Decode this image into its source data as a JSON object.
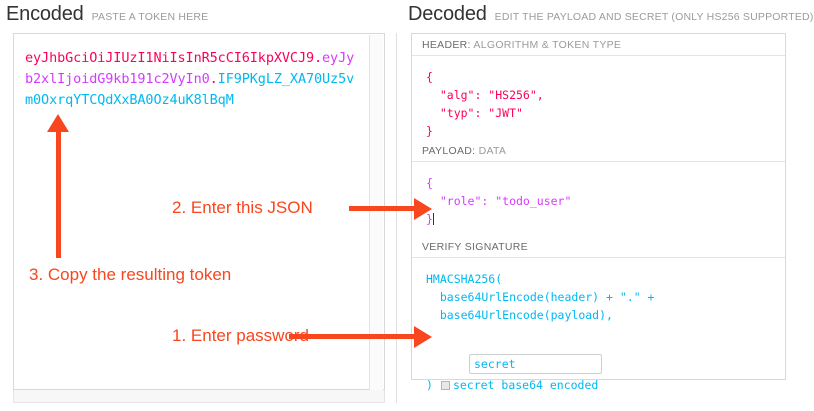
{
  "encoded": {
    "title": "Encoded",
    "subtitle": "PASTE A TOKEN HERE",
    "token": {
      "header": "eyJhbGciOiJIUzI1NiIsInR5cCI6IkpXVCJ9",
      "dot1": ".",
      "payload": "eyJyb2xlIjoidG9kb191c2VyIn0",
      "dot2": ".",
      "signature": "IF9PKgLZ_XA70Uz5vm0OxrqYTCQdXxBA0Oz4uK8lBqM",
      "full": "eyJhbGciOiJIUzI1NiIsInR5cCI6IkpXVCJ9.eyJyb2xlIjoidG9kb191c2VyIn0.IF9PKgLZ_XA70Uz5vm0OxrqYTCQdXxBA0Oz4uK8lBqM"
    }
  },
  "decoded": {
    "title": "Decoded",
    "subtitle": "EDIT THE PAYLOAD AND SECRET (ONLY HS256 SUPPORTED)",
    "sections": {
      "header": {
        "label_strong": "HEADER:",
        "label_rest": "ALGORITHM & TOKEN TYPE",
        "body": "{\n  \"alg\": \"HS256\",\n  \"typ\": \"JWT\"\n}"
      },
      "payload": {
        "label_strong": "PAYLOAD:",
        "label_rest": "DATA",
        "body": "{\n  \"role\": \"todo_user\"\n}"
      },
      "signature": {
        "label_strong": "VERIFY SIGNATURE",
        "label_rest": "",
        "line1": "HMACSHA256(",
        "line2": "  base64UrlEncode(header) + \".\" +",
        "line3": "  base64UrlEncode(payload),",
        "close_paren": ")",
        "secret_value": "secret",
        "base64_label": "secret base64 encoded"
      }
    }
  },
  "annotations": [
    {
      "id": "1",
      "text": "1. Enter password"
    },
    {
      "id": "2",
      "text": "2. Enter this JSON"
    },
    {
      "id": "3",
      "text": "3. Copy the resulting token"
    }
  ],
  "colors": {
    "jwt_header": "#fb015b",
    "jwt_payload": "#d63aff",
    "jwt_signature": "#00b9f1",
    "annotation": "#f8461e"
  }
}
